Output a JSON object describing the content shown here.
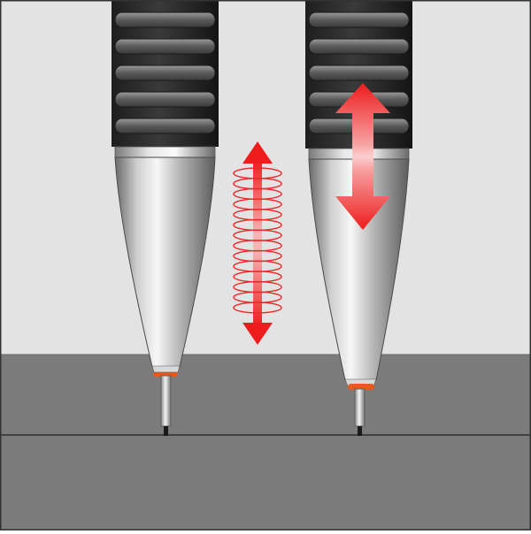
{
  "colors": {
    "background": "#e3e3e3",
    "surface": "#7b7b7b",
    "surface_line": "#3a3a3a",
    "grip_dark": "#2c2c2c",
    "grip_light": "#8a8a8a",
    "metal_dark": "#6e6e6e",
    "metal_light": "#f4f4f4",
    "ring": "#e85a1c",
    "lead": "#1a1a1a",
    "arrow": "#ee1c1c",
    "spring": "#ea2a2a",
    "frame": "#333333"
  },
  "pencils": [
    {
      "name": "left-pencil",
      "state": "cushioned",
      "tip_touches_surface": true,
      "grip_ridges": 5
    },
    {
      "name": "right-pencil",
      "state": "pushed-up",
      "tip_touches_surface": true,
      "grip_ridges": 5
    }
  ],
  "arrows": [
    {
      "name": "spring-travel-arrow",
      "direction": "up-down",
      "style": "thin-with-spring",
      "spring_coils": 14
    },
    {
      "name": "pencil-travel-arrow",
      "direction": "up-down",
      "style": "bold-gradient"
    }
  ]
}
